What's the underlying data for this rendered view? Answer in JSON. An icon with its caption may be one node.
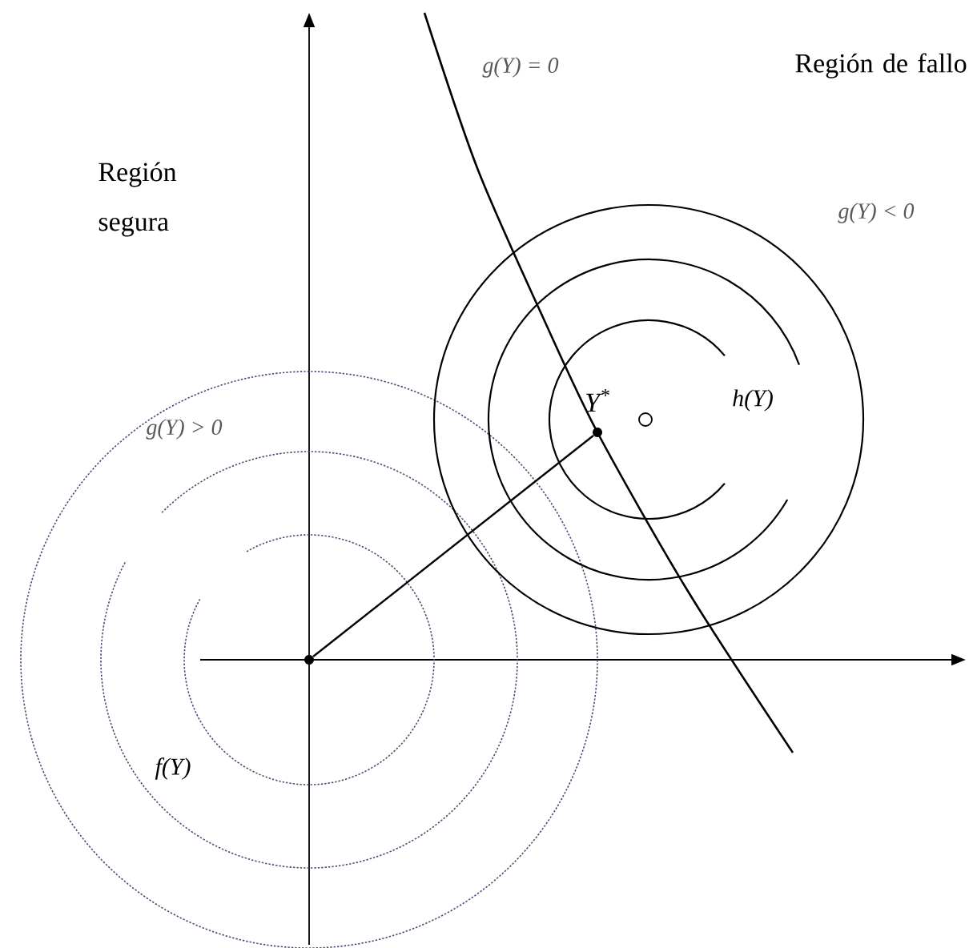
{
  "diagram": {
    "nodes": [
      {
        "text": [],
        "shape": "circle"
      },
      {
        "text": [],
        "shape": "circle",
        "beside": [
          "Y$^{*}$"
        ]
      }
    ],
    "edges": [
      {
        "from": 0,
        "to": 1,
        "arrow": "none"
      }
    ],
    "labels": [
      "Región de fallo",
      "g(Y) = 0",
      "Región segura",
      "g(Y) < 0",
      "g(Y) > 0",
      "h(Y)",
      "f(Y)"
    ]
  }
}
